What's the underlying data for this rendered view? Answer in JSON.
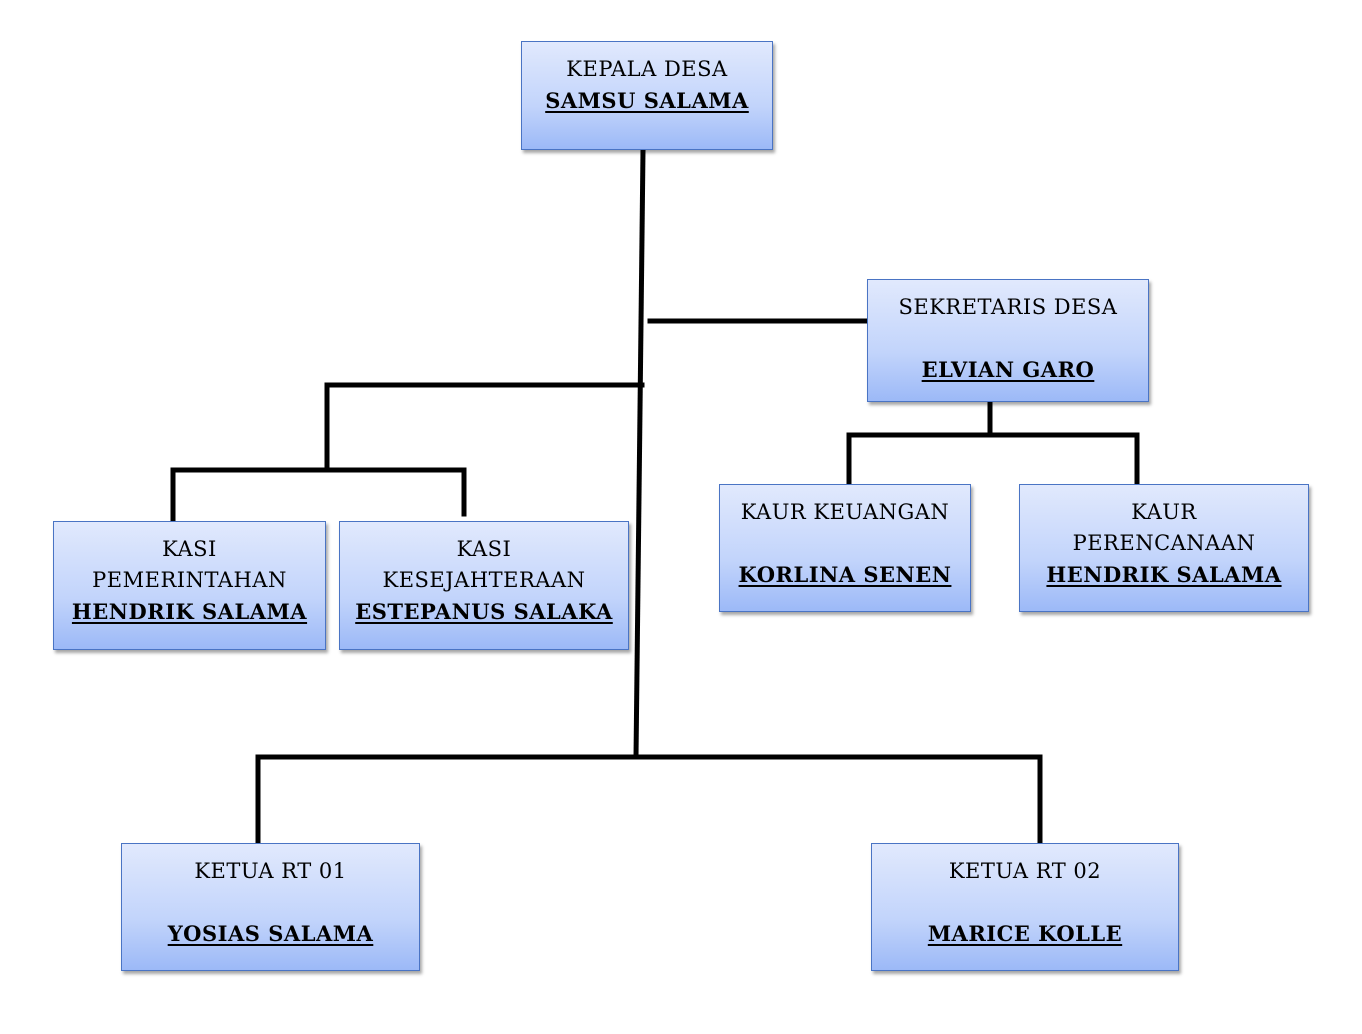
{
  "nodes": {
    "kepala_desa": {
      "title": "KEPALA  DESA",
      "name": "SAMSU SALAMA"
    },
    "sekretaris_desa": {
      "title": "SEKRETARIS  DESA",
      "name": "ELVIAN GARO"
    },
    "kasi_pemerintahan": {
      "title1": "KASI",
      "title2": "PEMERINTAHAN",
      "name": "HENDRIK SALAMA"
    },
    "kasi_kesejahteraan": {
      "title1": "KASI",
      "title2": "KESEJAHTERAAN",
      "name": "ESTEPANUS SALAKA"
    },
    "kaur_keuangan": {
      "title": "KAUR  KEUANGAN",
      "name": "KORLINA SENEN"
    },
    "kaur_perencanaan": {
      "title1": "KAUR",
      "title2": "PERENCANAAN",
      "name": "HENDRIK SALAMA"
    },
    "ketua_rt01": {
      "title": "KETUA  RT  01",
      "name": "YOSIAS SALAMA"
    },
    "ketua_rt02": {
      "title": "KETUA  RT  02",
      "name": "MARICE KOLLE"
    }
  },
  "colors": {
    "box_top": "#e1e9fd",
    "box_bottom": "#9cb9f7",
    "box_border": "#4a74c4",
    "connector": "#000000"
  }
}
